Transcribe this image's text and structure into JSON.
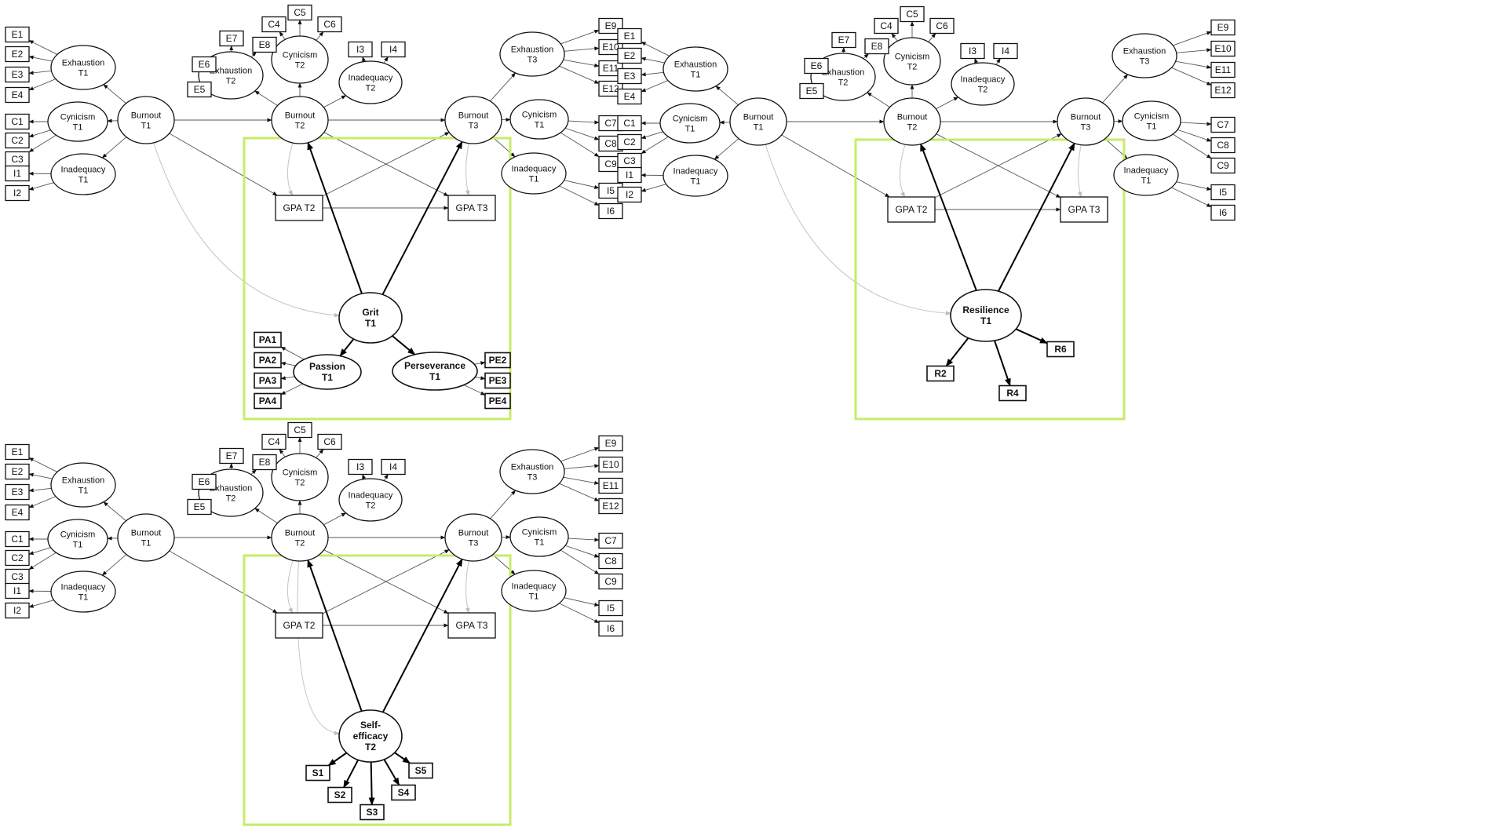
{
  "labels": {
    "burnout_t1": [
      "Burnout",
      "T1"
    ],
    "burnout_t2": [
      "Burnout",
      "T2"
    ],
    "burnout_t3": [
      "Burnout",
      "T3"
    ],
    "exhaustion_t1": [
      "Exhaustion",
      "T1"
    ],
    "exhaustion_t2": [
      "Exhaustion",
      "T2"
    ],
    "exhaustion_t3": [
      "Exhaustion",
      "T3"
    ],
    "cynicism_t1": [
      "Cynicism",
      "T1"
    ],
    "cynicism_t2": [
      "Cynicism",
      "T2"
    ],
    "inadequacy_t1": [
      "Inadequacy",
      "T1"
    ],
    "inadequacy_t2": [
      "Inadequacy",
      "T2"
    ],
    "gpa_t2": "GPA T2",
    "gpa_t3": "GPA T3",
    "ind_ex_t1": [
      "E1",
      "E2",
      "E3",
      "E4"
    ],
    "ind_cy_t1": [
      "C1",
      "C2",
      "C3"
    ],
    "ind_in_t1": [
      "I1",
      "I2"
    ],
    "ind_ex_t2": [
      "E5",
      "E6",
      "E7",
      "E8"
    ],
    "ind_cy_t2": [
      "C4",
      "C5",
      "C6"
    ],
    "ind_in_t2": [
      "I3",
      "I4"
    ],
    "ind_ex_t3": [
      "E9",
      "E10",
      "E11",
      "E12"
    ],
    "ind_cy_t3": [
      "C7",
      "C8",
      "C9"
    ],
    "ind_in_t3": [
      "I5",
      "I6"
    ]
  },
  "panels": [
    {
      "id": "grit",
      "predictor": {
        "label": [
          "Grit",
          "T1"
        ]
      },
      "facets": [
        {
          "label": [
            "Passion",
            "T1"
          ],
          "indicators": [
            "PA1",
            "PA2",
            "PA3",
            "PA4"
          ]
        },
        {
          "label": [
            "Perseverance",
            "T1"
          ],
          "indicators": [
            "PE2",
            "PE3",
            "PE4"
          ]
        }
      ]
    },
    {
      "id": "resilience",
      "predictor": {
        "label": [
          "Resilience",
          "T1"
        ]
      },
      "indicators": [
        "R2",
        "R4",
        "R6"
      ]
    },
    {
      "id": "self-efficacy",
      "predictor": {
        "label": [
          "Self-",
          "efficacy",
          "T2"
        ]
      },
      "indicators": [
        "S1",
        "S2",
        "S3",
        "S4",
        "S5"
      ]
    }
  ]
}
